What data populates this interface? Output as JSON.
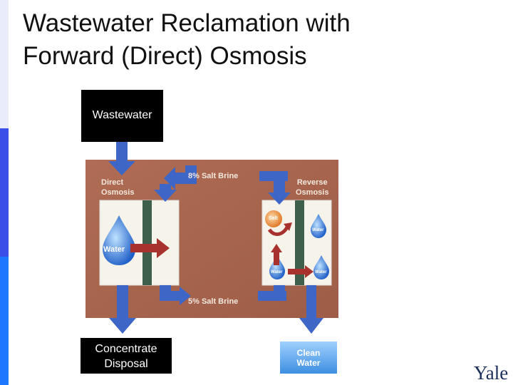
{
  "slide": {
    "title_line1": "Wastewater Reclamation with",
    "title_line2": "Forward (Direct) Osmosis"
  },
  "diagram": {
    "input_label": "Wastewater",
    "output_label_line1": "Concentrate",
    "output_label_line2": "Disposal",
    "direct_osmosis_line1": "Direct",
    "direct_osmosis_line2": "Osmosis",
    "reverse_osmosis_line1": "Reverse",
    "reverse_osmosis_line2": "Osmosis",
    "brine_top": "8% Salt Brine",
    "brine_bottom": "5% Salt Brine",
    "water_label": "Water",
    "salt_label": "Salt",
    "water_small_1": "Water",
    "water_small_2": "Water",
    "water_small_3": "Water",
    "clean_water_line1": "Clean",
    "clean_water_line2": "Water"
  },
  "branding": {
    "logo": "Yale"
  },
  "colors": {
    "panel": "#a9654e",
    "membrane": "#3e5f4a",
    "arrow_blue": "#3e66c7",
    "sidebar_top": "#e8ecfb",
    "sidebar_mid": "#3b4fe8",
    "sidebar_bottom": "#1e78ff"
  }
}
